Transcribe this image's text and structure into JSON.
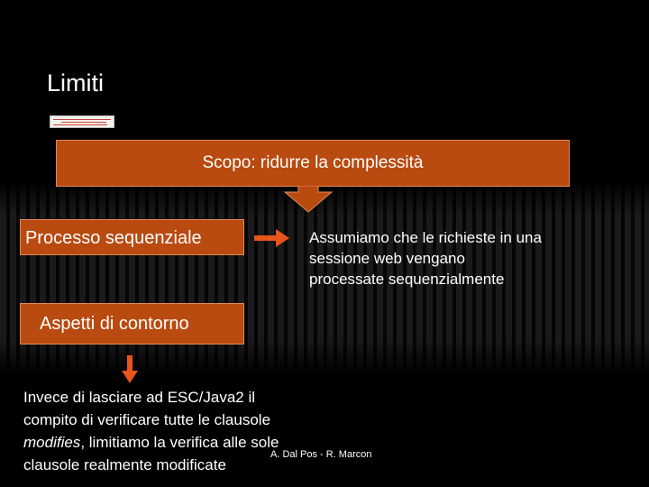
{
  "slide": {
    "title": "Limiti",
    "scopo_box": "Scopo: ridurre la complessità",
    "processo_box": "Processo sequenziale",
    "processo_desc": [
      "Assumiamo che le richieste in una",
      "sessione web vengano",
      "processate sequenzialmente"
    ],
    "aspetti_box": "Aspetti di contorno",
    "invece_lines": [
      "Invece di lasciare ad ESC/Java2 il",
      "compito di verificare tutte le clausole"
    ],
    "modifies_word": "modifies",
    "invece_line3_rest": ", limitiamo la verifica alle sole",
    "invece_line4": "clausole realmente modificate",
    "credit": "A. Dal Pos - R. Marcon"
  },
  "colors": {
    "box_fill": "#b94a10",
    "box_border": "#e08a5a",
    "arrow": "#e8541a",
    "background": "#000000"
  },
  "icons": {
    "logo": "university-logo-icon",
    "down_arrow": "down-arrow-icon",
    "right_arrow": "right-arrow-icon"
  }
}
